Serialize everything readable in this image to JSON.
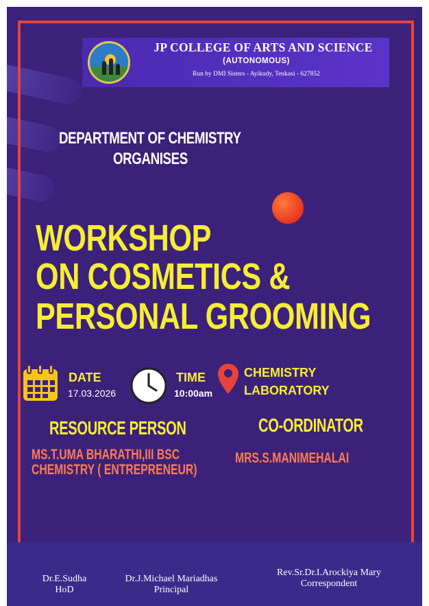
{
  "header": {
    "college_name": "JP COLLEGE OF ARTS AND SCIENCE",
    "status": "(AUTONOMOUS)",
    "run_by": "Run by DMI Sisters - Ayikudy, Tenkasi - 627852",
    "logo_icon": "dmi-foundation-logo"
  },
  "department": {
    "line1": "DEPARTMENT OF CHEMISTRY",
    "line2": "ORGANISES"
  },
  "event": {
    "title_line1": "WORKSHOP",
    "title_line2": "ON COSMETICS &",
    "title_line3": "PERSONAL GROOMING"
  },
  "schedule": {
    "date_label": "DATE",
    "date_value": "17.03.2026",
    "time_label": "TIME",
    "time_value": "10:00am",
    "venue_line1": "CHEMISTRY",
    "venue_line2": "LABORATORY",
    "calendar_icon": "calendar-icon",
    "clock_icon": "clock-icon",
    "location_icon": "location-pin-icon"
  },
  "resource_person": {
    "heading": "RESOURCE PERSON",
    "name_line1": "MS.T.UMA BHARATHI,III BSC",
    "name_line2": "CHEMISTRY ( ENTREPRENEUR)"
  },
  "coordinator": {
    "heading": "CO-ORDINATOR",
    "name": "MRS.S.MANIMEHALAI"
  },
  "signatories": [
    {
      "name": "Dr.E.Sudha",
      "role": "HoD"
    },
    {
      "name": "Dr.J.Michael Mariadhas",
      "role": "Principal"
    },
    {
      "name": "Rev.Sr.Dr.I.Arockiya Mary",
      "role": "Correspondent"
    }
  ],
  "colors": {
    "background": "#3b2179",
    "accent_red": "#e8433a",
    "title_yellow": "#f7ed35",
    "name_orange": "#ff7b52",
    "footer": "#3a2a8a"
  }
}
